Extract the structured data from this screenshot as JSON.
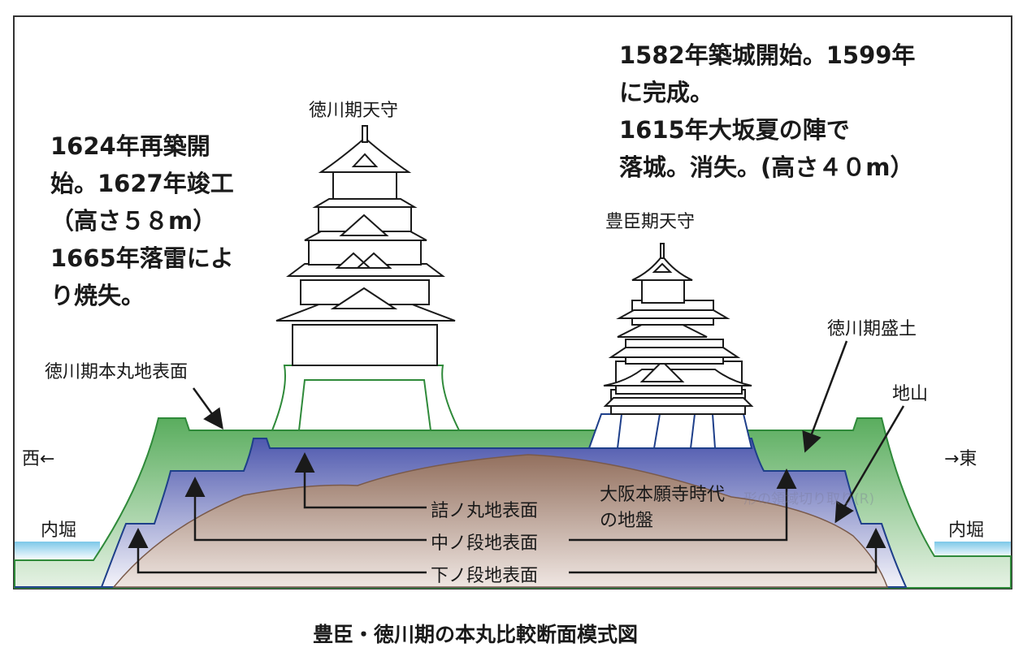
{
  "labels": {
    "tokugawa_tenshu": "徳川期天守",
    "toyotomi_tenshu": "豊臣期天守",
    "tokugawa_honmaru_surface": "徳川期本丸地表面",
    "tokugawa_fill": "徳川期盛土",
    "jiyama": "地山",
    "west": "西←",
    "east": "→東",
    "inner_moat_left": "内堀",
    "inner_moat_right": "内堀",
    "tsumenomaru": "詰ノ丸地表面",
    "nakanodan": "中ノ段地表面",
    "shimonodan": "下ノ段地表面",
    "honganji": "大阪本願寺時代\nの地盤",
    "watermark": "形の領域切り取り(R)"
  },
  "notes": {
    "tokugawa": "1624年再築開\n始。1627年竣工\n（高さ５８m）\n1665年落雷によ\nり焼失。",
    "toyotomi": "1582年築城開始。1599年\nに完成。\n1615年大坂夏の陣で\n落城。消失。(高さ４０m）"
  },
  "caption": "豊臣・徳川期の本丸比較断面模式図",
  "colors": {
    "green": "#5db060",
    "blue": "#5560b0",
    "brown": "#9a7a68",
    "water": "#7cc8e8",
    "outline_blue": "#1e3f8a",
    "outline_green": "#2f8a3a"
  }
}
